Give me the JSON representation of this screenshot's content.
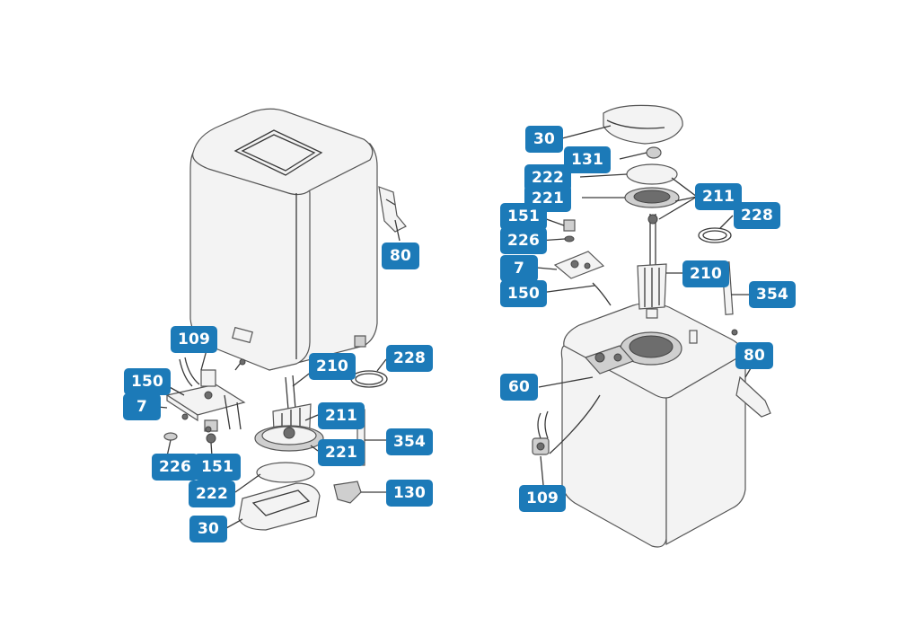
{
  "left_view": {
    "labels": {
      "l80": "80",
      "l109": "109",
      "l150": "150",
      "l7": "7",
      "l226": "226",
      "l151": "151",
      "l222": "222",
      "l30": "30",
      "l210": "210",
      "l228": "228",
      "l211": "211",
      "l221": "221",
      "l354": "354",
      "l130": "130"
    }
  },
  "right_view": {
    "labels": {
      "l30": "30",
      "l131": "131",
      "l222": "222",
      "l221": "221",
      "l211": "211",
      "l228": "228",
      "l151": "151",
      "l226": "226",
      "l7": "7",
      "l210": "210",
      "l150": "150",
      "l354": "354",
      "l80": "80",
      "l60": "60",
      "l109": "109"
    }
  },
  "colors": {
    "label_fill": "#1c7ab8",
    "label_text": "#ffffff",
    "line_art": "#555555"
  }
}
